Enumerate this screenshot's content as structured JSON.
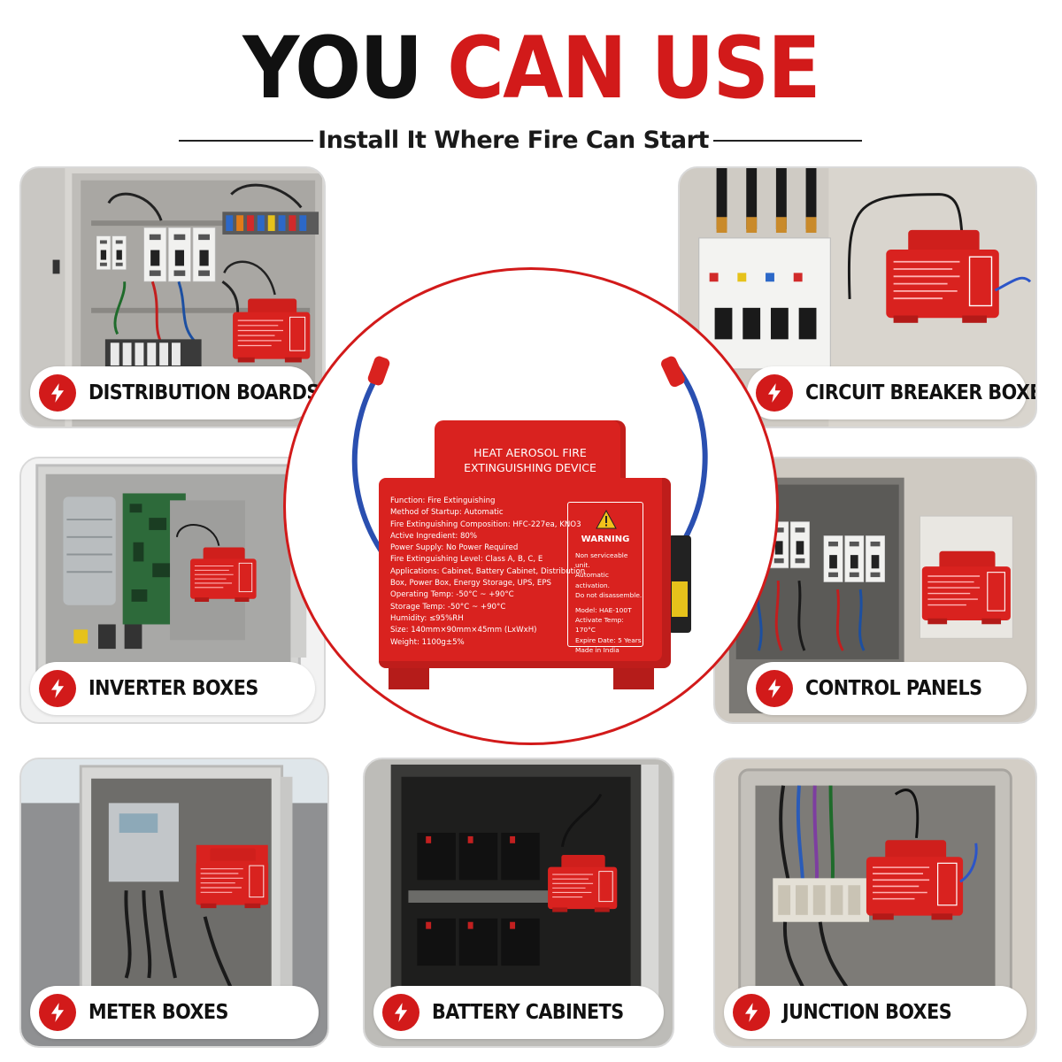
{
  "header": {
    "title_black": "YOU",
    "title_red": "CAN USE",
    "subtitle": "Install It Where Fire Can Start"
  },
  "colors": {
    "accent": "#d21a1a",
    "device_red": "#d9221f",
    "text_dark": "#111111"
  },
  "icons": {
    "label_icon": "lightning-bolt-icon",
    "warning_icon": "warning-triangle-icon"
  },
  "cards": [
    {
      "id": "distribution",
      "label": "DISTRIBUTION BOARDS"
    },
    {
      "id": "circuit",
      "label": "CIRCUIT BREAKER BOXES"
    },
    {
      "id": "inverter",
      "label": "INVERTER BOXES"
    },
    {
      "id": "control",
      "label": "CONTROL PANELS"
    },
    {
      "id": "meter",
      "label": "METER BOXES"
    },
    {
      "id": "battery",
      "label": "BATTERY CABINETS"
    },
    {
      "id": "junction",
      "label": "JUNCTION BOXES"
    }
  ],
  "device": {
    "title_line1": "HEAT AEROSOL FIRE",
    "title_line2": "EXTINGUISHING DEVICE",
    "specs": [
      "Function: Fire Extinguishing",
      "Method of Startup: Automatic",
      "Fire Extinguishing Composition: HFC-227ea, KNO3",
      "Active Ingredient: 80%",
      "Power Supply: No Power Required",
      "Fire Extinguishing Level: Class A, B, C, E",
      "Applications: Cabinet, Battery Cabinet, Distribution",
      "Box, Power Box, Energy Storage, UPS, EPS",
      "Operating Temp: -50°C ~ +90°C",
      "Storage Temp: -50°C ~ +90°C",
      "Humidity: ≤95%RH",
      "Size: 140mm×90mm×45mm (LxWxH)",
      "Weight: 1100g±5%"
    ],
    "warning": {
      "title": "WARNING",
      "lines_a": [
        "Non serviceable unit.",
        "Automatic activation.",
        "Do not disassemble."
      ],
      "lines_b": [
        "Model: HAE-100T",
        "Activate Temp:",
        "170°C",
        "Expire Date: 5 Years",
        "Made in India"
      ]
    }
  }
}
